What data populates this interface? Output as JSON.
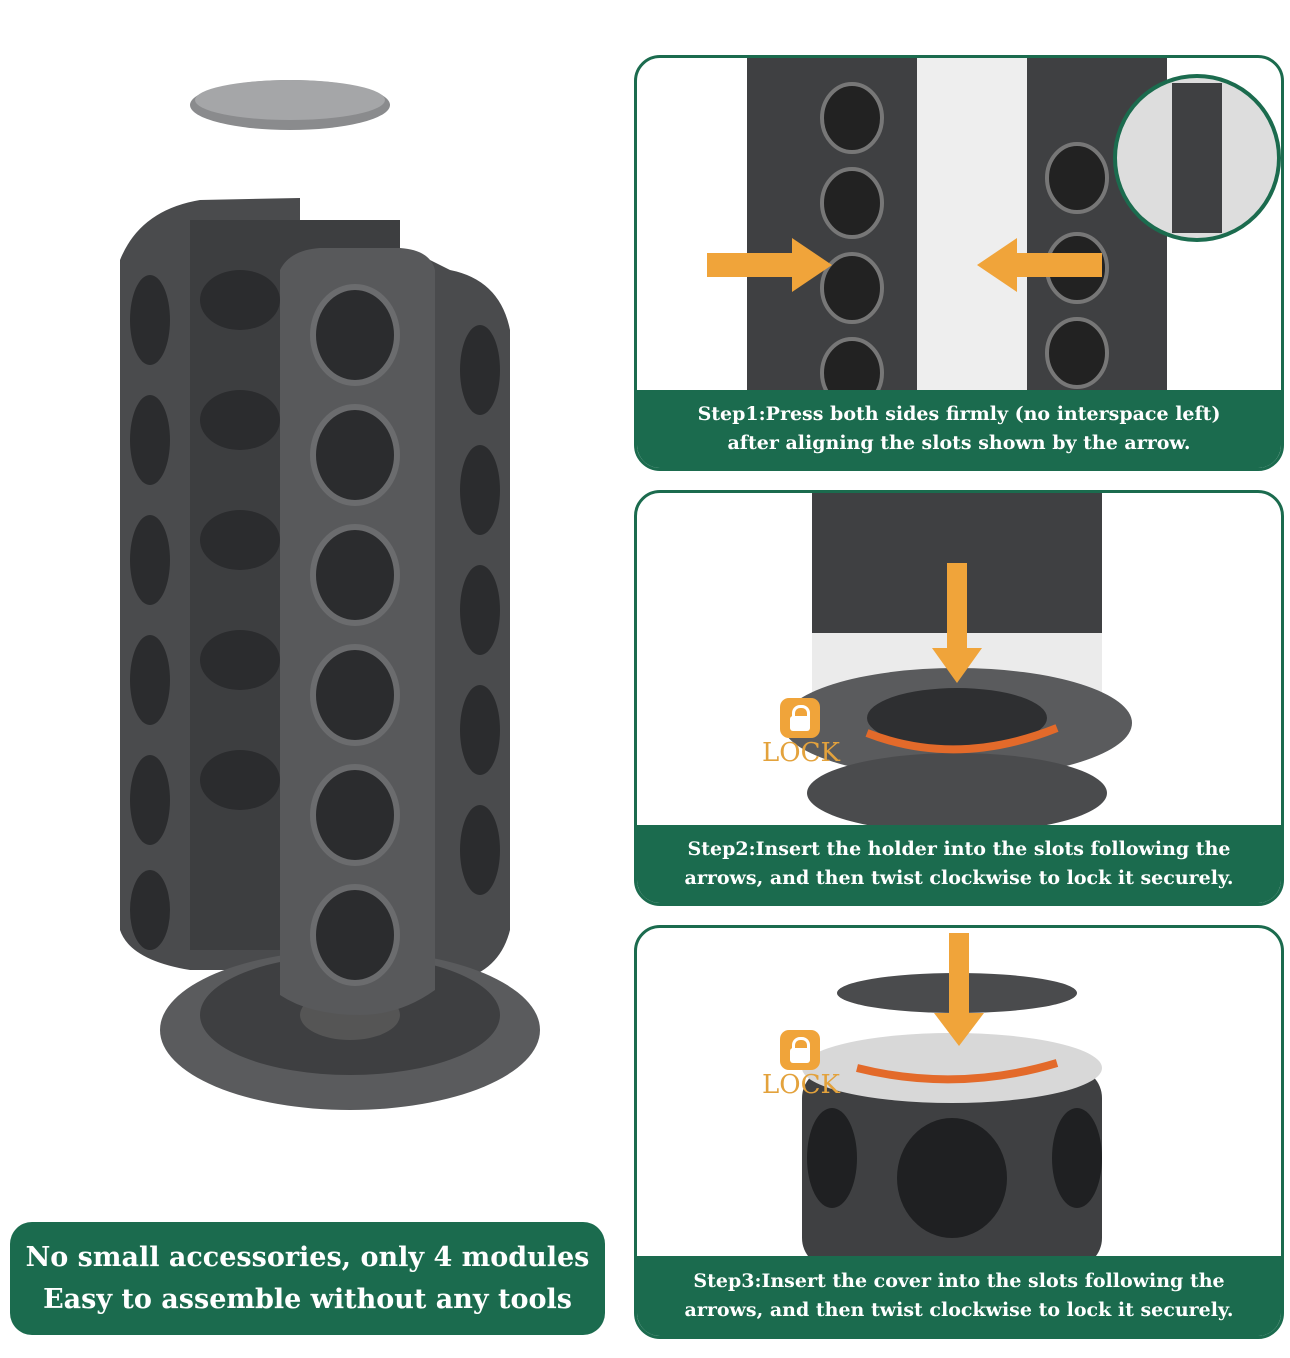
{
  "left_caption": {
    "line1": "No small accessories, only 4 modules",
    "line2": "Easy to assemble without any tools"
  },
  "steps": [
    {
      "line1": "Step1:Press both sides firmly (no interspace left)",
      "line2": "after aligning the slots shown by the arrow."
    },
    {
      "line1": "Step2:Insert the holder into the slots following the",
      "line2": "arrows, and then twist clockwise to lock it securely."
    },
    {
      "line1": "Step3:Insert the cover into the slots following the",
      "line2": "arrows, and then twist clockwise to lock it securely."
    }
  ],
  "lock_label": "LOCK",
  "colors": {
    "green": "#1b6b4e",
    "product": "#4a4b4d",
    "arrow": "#f0a43a"
  }
}
